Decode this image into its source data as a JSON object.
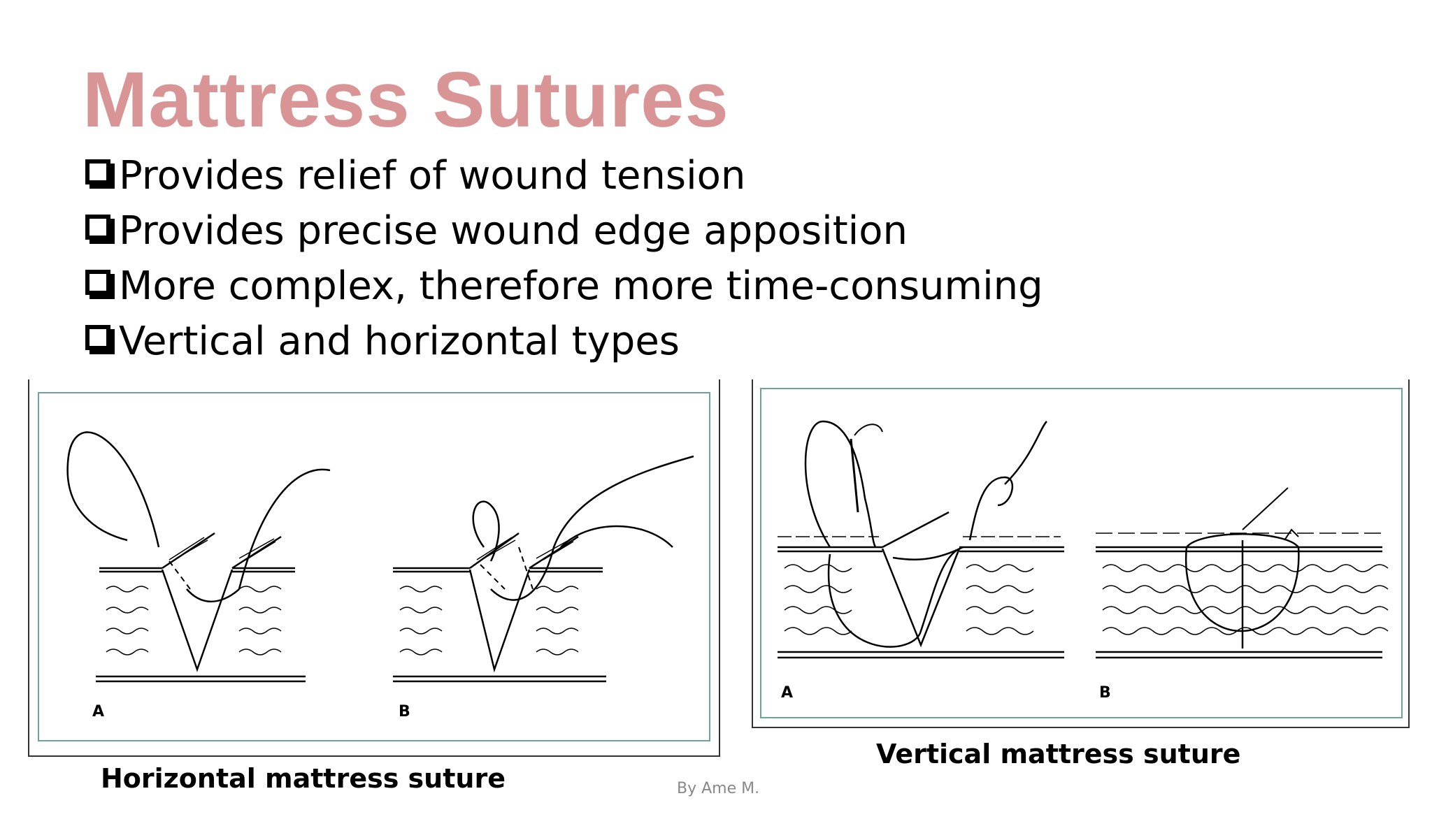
{
  "slide": {
    "title": "Mattress Sutures",
    "bullets": [
      "Provides relief of wound tension",
      "Provides precise wound edge apposition",
      "More complex, therefore more time-consuming",
      "Vertical and horizontal types"
    ],
    "title_color": "#d99595"
  },
  "figures": {
    "horizontal": {
      "caption": "Horizontal mattress suture",
      "label_a": "A",
      "label_b": "B"
    },
    "vertical": {
      "caption": "Vertical mattress suture",
      "label_a": "A",
      "label_b": "B"
    }
  },
  "footer": {
    "author": "By Ame M."
  },
  "icons": {
    "bullet": "checkbox-icon"
  }
}
